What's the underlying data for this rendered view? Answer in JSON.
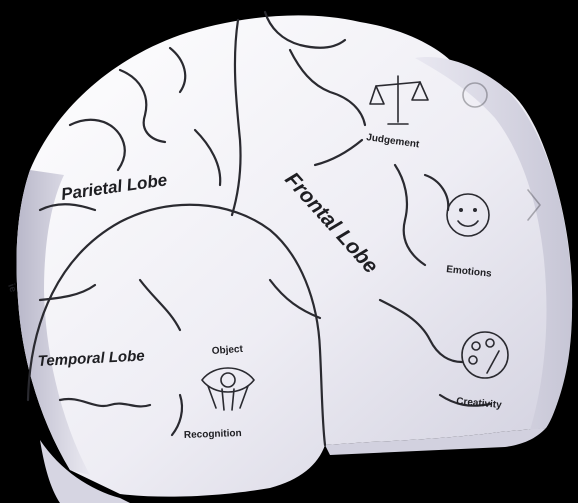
{
  "colors": {
    "background": "#000000",
    "paper": "#f1f0f6",
    "paper_shadow": "#c9c8d6",
    "ink": "#1e1e22"
  },
  "labels": {
    "parietal": "Parietal Lobe",
    "frontal": "Frontal Lobe",
    "temporal": "Temporal Lobe",
    "object": "Object",
    "recognition": "Recognition",
    "judgement": "Judgement",
    "emotions": "Emotions",
    "creativity": "Creativity",
    "partial_left": "ie"
  },
  "icons": {
    "judgement": "scales-icon",
    "emotions": "smiley-face-icon",
    "creativity": "paint-palette-icon",
    "object_recognition": "eye-icon"
  }
}
